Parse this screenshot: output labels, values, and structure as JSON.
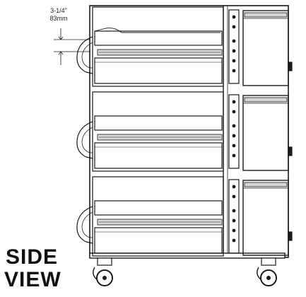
{
  "dimension": {
    "imperial": "3-1/4\"",
    "metric": "83mm"
  },
  "title": {
    "line1": "SIDE",
    "line2": "VIEW"
  },
  "diagram": {
    "tier_count": 3,
    "stroke_color": "#1a1a1a",
    "fill_color": "#ffffff",
    "shade_color": "#d6d6d6"
  }
}
